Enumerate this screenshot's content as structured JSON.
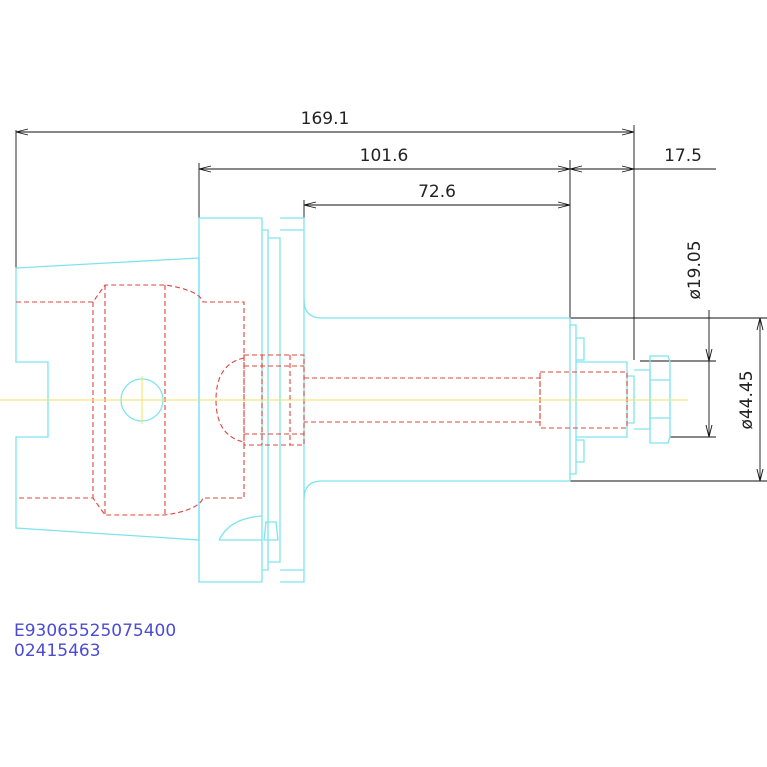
{
  "dimensions": {
    "overall_length": "169.1",
    "gauge_length": "101.6",
    "body_length": "72.6",
    "projection": "17.5",
    "small_diameter": "ø19.05",
    "body_diameter": "ø44.45"
  },
  "part_codes": {
    "line1": "E93065525075400",
    "line2": "02415463"
  },
  "colors": {
    "outline": "#7fe3ee",
    "hidden_lines": "#e0453f",
    "center_line": "#f2e35a",
    "dimension_lines": "#111111",
    "code_text": "#4b4bd6"
  }
}
